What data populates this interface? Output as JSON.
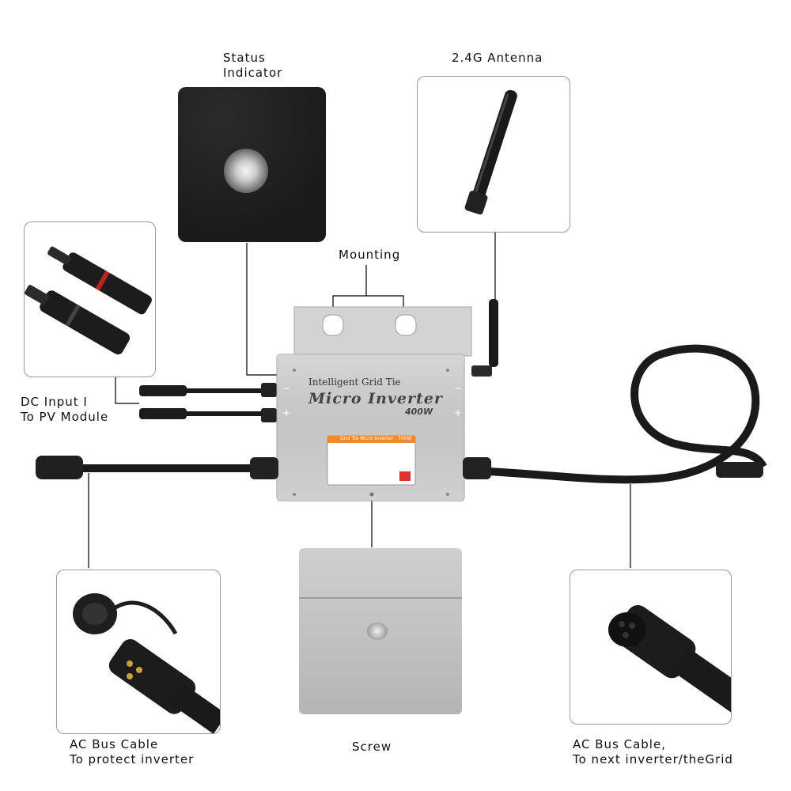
{
  "labels": {
    "status_indicator": [
      "Status",
      "Indicator"
    ],
    "antenna": "2.4G Antenna",
    "mounting": "Mounting",
    "dc_input": [
      "DC Input  I",
      "To PV Module"
    ],
    "ac_bus_left": [
      "AC Bus Cable",
      "To protect inverter"
    ],
    "screw": "Screw",
    "ac_bus_right": [
      "AC Bus Cable,",
      "To next inverter/theGrid"
    ]
  },
  "device": {
    "line1": "Intelligent Grid Tie",
    "line2": "Micro Inverter",
    "power": "400W",
    "nameplate_title": "Grid Tie Micro Inverter",
    "nameplate_rating": "700W",
    "terminal_minus": "−",
    "terminal_plus": "+"
  },
  "colors": {
    "panel_dark": "#1e1e1e",
    "metal": "#c9c9c9",
    "nameplate_orange": "#f08a2a",
    "cable": "#1a1a1a"
  },
  "icons": [
    "status-led-icon",
    "antenna-icon",
    "mc4-connector-icon",
    "ac-connector-icon",
    "screw-icon"
  ]
}
